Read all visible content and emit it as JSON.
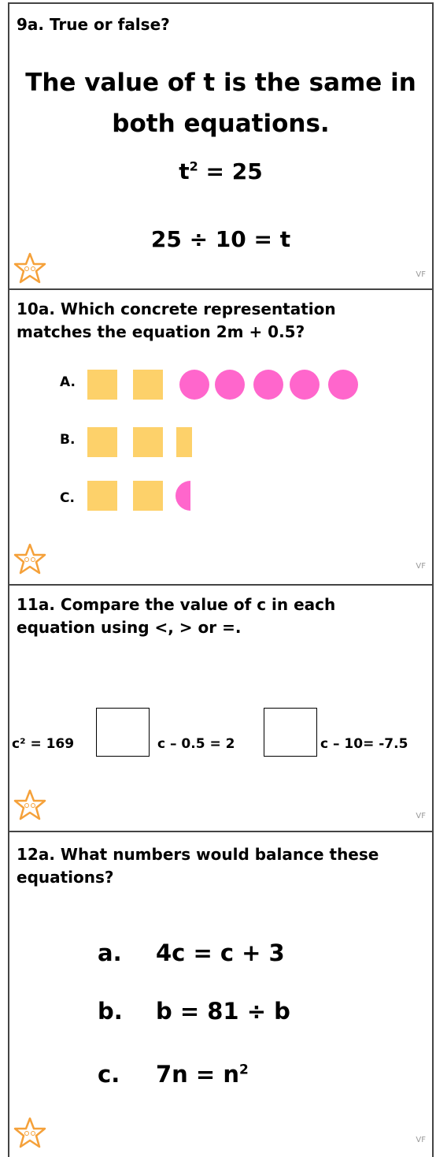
{
  "q9": {
    "title": "9a. True or false?",
    "statement_line1": "The value of t is the same in",
    "statement_line2": "both equations.",
    "eq1_base": "t",
    "eq1_exp": "2",
    "eq1_rest": " = 25",
    "eq2": "25 ÷ 10 = t",
    "vf": "VF"
  },
  "q10": {
    "title_line1": "10a. Which concrete representation",
    "title_line2": "matches the equation 2m + 0.5?",
    "options": [
      "A.",
      "B.",
      "C."
    ],
    "vf": "VF"
  },
  "q11": {
    "title_line1": "11a. Compare the value of c in each",
    "title_line2": "equation using <, > or =.",
    "eq1": "c² = 169",
    "eq2": "c – 0.5 = 2",
    "eq3": "c – 10= -7.5",
    "vf": "VF"
  },
  "q12": {
    "title_line1": "12a. What numbers would balance these",
    "title_line2": "equations?",
    "items": [
      {
        "label": "a.",
        "expr": "4c = c + 3"
      },
      {
        "label": "b.",
        "expr": "b = 81 ÷ b"
      },
      {
        "label": "c.",
        "expr": "7n = n",
        "exp": "2"
      }
    ],
    "vf": "VF"
  },
  "colors": {
    "square": "#fdd16a",
    "circle": "#ff66cc",
    "star": "#f5a13a"
  },
  "icons": {
    "star": "star-icon"
  }
}
